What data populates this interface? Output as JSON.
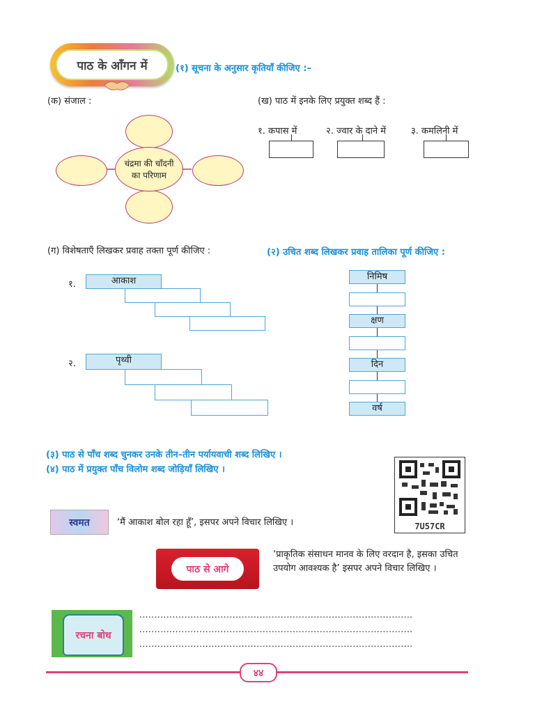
{
  "header": {
    "badge": "पाठ के आँगन में",
    "q1": "(१) सूचना के अनुसार कृतियाँ कीजिए :–"
  },
  "sec_ka": {
    "label": "(क) संजाल :",
    "center": [
      "चंद्रमा की चाँदनी",
      "का परिणाम"
    ]
  },
  "sec_kha": {
    "label": "(ख) पाठ में इनके लिए प्रयुक्त शब्द हैं :",
    "items": [
      "१.  कपास में",
      "२.  ज्वार के दाने में",
      "३.  कमलिनी में"
    ]
  },
  "sec_ga": {
    "label": "(ग) विशेषताएँ लिखकर प्रवाह तक्ता पूर्ण कीजिए :",
    "n1": "१.",
    "w1": "आकाश",
    "n2": "२.",
    "w2": "पृथ्वी"
  },
  "q2": {
    "label": "(२) उचित शब्द लिखकर प्रवाह तालिका पूर्ण कीजिए :",
    "words": [
      "निमिष",
      "क्षण",
      "दिन",
      "वर्ष"
    ]
  },
  "q3": "(३) पाठ से पाँच शब्द चुनकर उनके तीन–तीन पर्यायवाची शब्द लिखिए ।",
  "q4": "(४) पाठ में प्रयुक्त पाँच विलोम शब्द जोड़ियाँ लिखिए ।",
  "qr_code": "7U57CR",
  "swamat": {
    "label": "स्वमत",
    "text": "‘मैं आकाश बोल रहा हूँ’, इसपर अपने विचार लिखिए ।"
  },
  "path_se_aage": {
    "label": "पाठ से आगे",
    "line1": "‘प्राकृतिक संसाधन मानव के लिए वरदान है, इसका उचित",
    "line2": "उपयोग आवश्यक है’ इसपर अपने विचार लिखिए ।"
  },
  "rachna_bodh": {
    "label": "रचना बोध",
    "dots": "..........................................................................................."
  },
  "page_number": "४४",
  "colors": {
    "accent_blue": "#1a8fd6",
    "pink": "#e0407a",
    "oval_fill": "#fff6c2"
  }
}
